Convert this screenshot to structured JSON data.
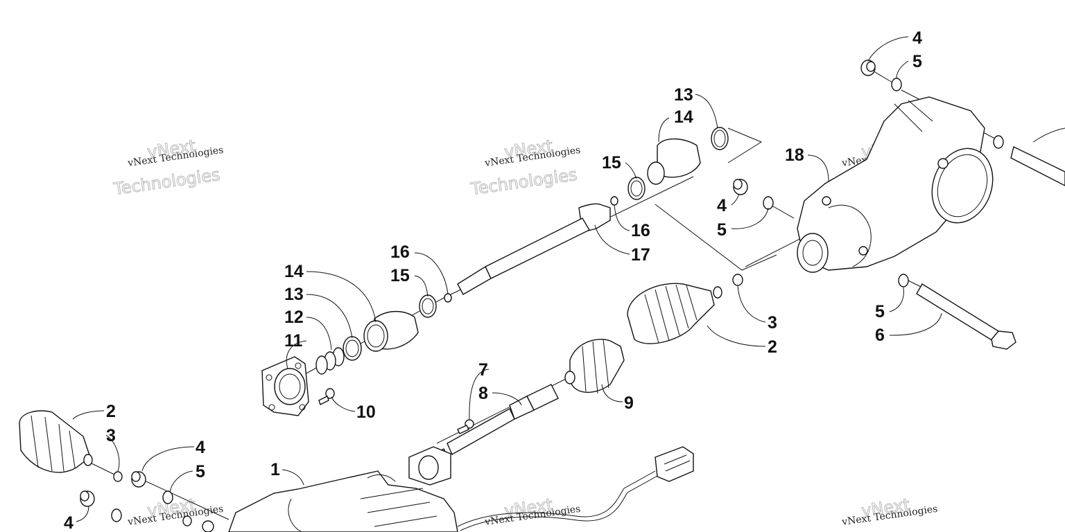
{
  "callouts": [
    {
      "id": "c1",
      "label": "4"
    },
    {
      "id": "c2",
      "label": "5"
    },
    {
      "id": "c3",
      "label": "13"
    },
    {
      "id": "c4",
      "label": "14"
    },
    {
      "id": "c5",
      "label": "18"
    },
    {
      "id": "c6",
      "label": "15"
    },
    {
      "id": "c7",
      "label": "16"
    },
    {
      "id": "c8",
      "label": "17"
    },
    {
      "id": "c9",
      "label": "4"
    },
    {
      "id": "c10",
      "label": "5"
    },
    {
      "id": "c11",
      "label": "16"
    },
    {
      "id": "c12",
      "label": "15"
    },
    {
      "id": "c13",
      "label": "14"
    },
    {
      "id": "c14",
      "label": "13"
    },
    {
      "id": "c15",
      "label": "12"
    },
    {
      "id": "c16",
      "label": "11"
    },
    {
      "id": "c17",
      "label": "3"
    },
    {
      "id": "c18",
      "label": "2"
    },
    {
      "id": "c19",
      "label": "5"
    },
    {
      "id": "c20",
      "label": "6"
    },
    {
      "id": "c21",
      "label": "7"
    },
    {
      "id": "c22",
      "label": "8"
    },
    {
      "id": "c23",
      "label": "9"
    },
    {
      "id": "c24",
      "label": "10"
    },
    {
      "id": "c25",
      "label": "2"
    },
    {
      "id": "c26",
      "label": "3"
    },
    {
      "id": "c27",
      "label": "4"
    },
    {
      "id": "c28",
      "label": "5"
    },
    {
      "id": "c29",
      "label": "1"
    },
    {
      "id": "c30",
      "label": "4"
    }
  ],
  "watermark": {
    "small": "vNext Technologies",
    "line1": "vNext",
    "line2": "Technologies"
  }
}
